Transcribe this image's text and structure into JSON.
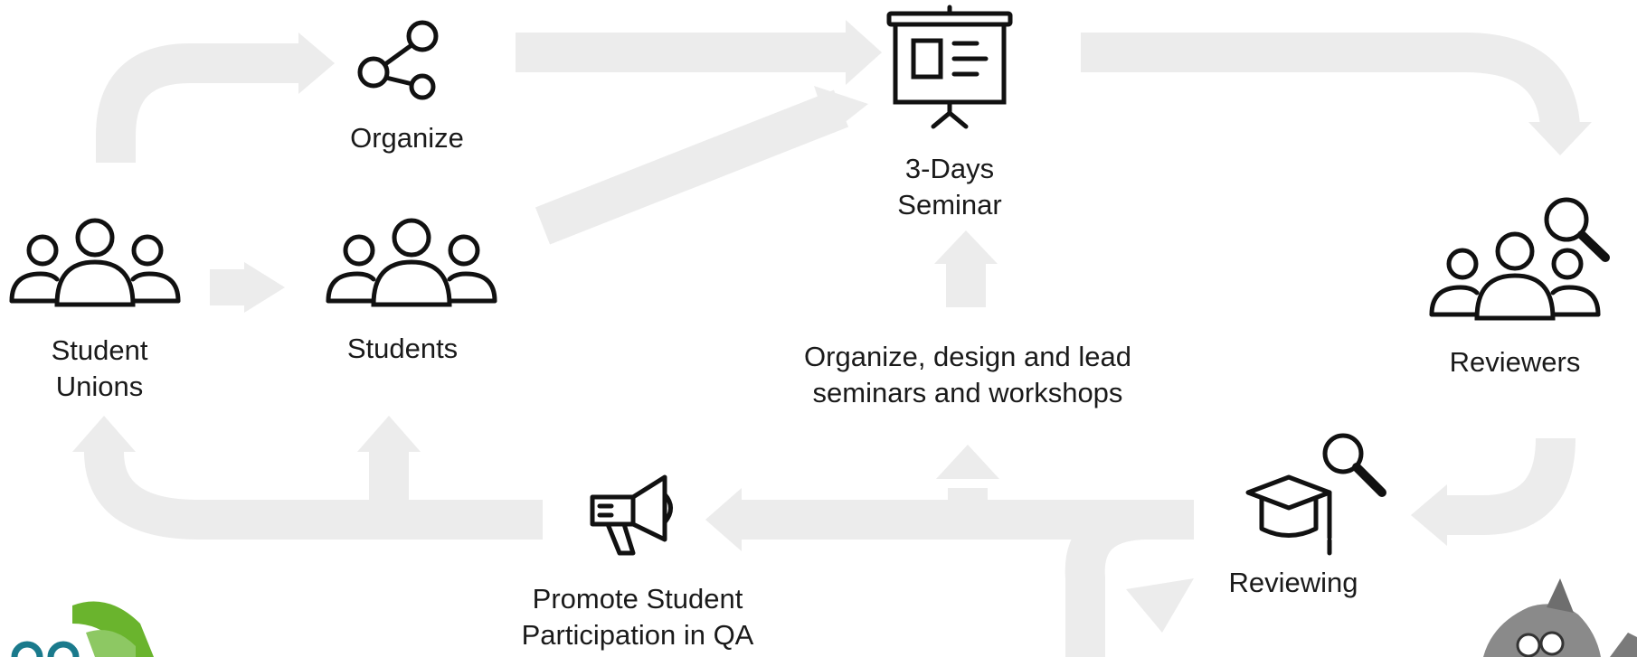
{
  "nodes": {
    "student_unions": {
      "label_line1": "Student",
      "label_line2": "Unions"
    },
    "students": {
      "label": "Students"
    },
    "organize": {
      "label": "Organize"
    },
    "seminar": {
      "label_line1": "3-Days",
      "label_line2": "Seminar"
    },
    "reviewers": {
      "label": "Reviewers"
    },
    "reviewing": {
      "label": "Reviewing"
    },
    "promote": {
      "label_line1": "Promote Student",
      "label_line2": "Participation in QA"
    }
  },
  "center_caption": {
    "line1": "Organize, design and lead",
    "line2": "seminars and workshops"
  },
  "colors": {
    "arrow": "#ececec",
    "icon_stroke": "#111111",
    "logo_green": "#6ab42d",
    "logo_teal": "#1a7a8c",
    "mascot_gray": "#8a8a8a"
  },
  "icons": {
    "student_unions": "people-group-icon",
    "students": "people-group-icon",
    "organize": "share-icon",
    "seminar": "presentation-board-icon",
    "reviewers": "people-search-icon",
    "reviewing": "graduation-cap-search-icon",
    "promote": "megaphone-icon"
  }
}
